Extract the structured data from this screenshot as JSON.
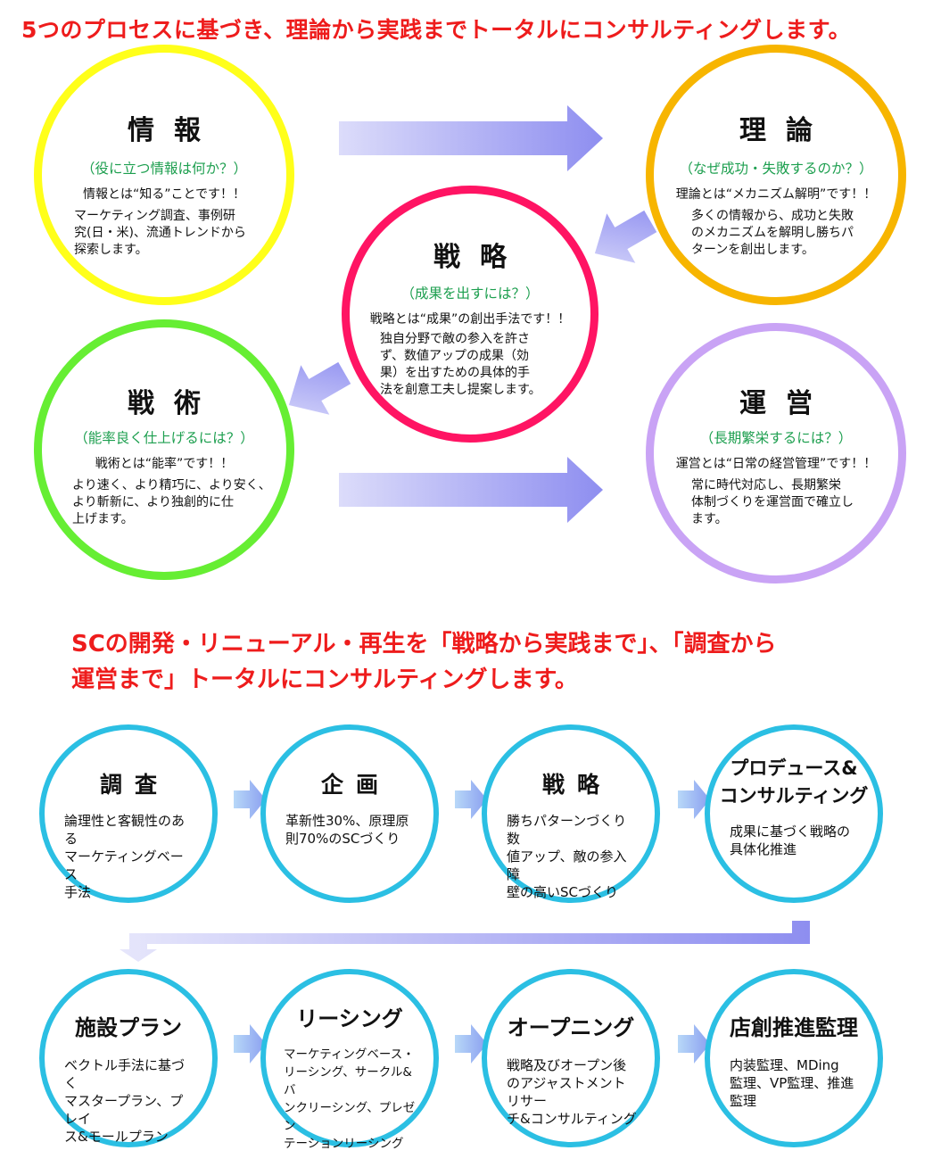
{
  "headline_top": "5つのプロセスに基づき、理論から実践までトータルにコンサルティングします。",
  "headline_mid": {
    "line1": "SCの開発・リニューアル・再生を「戦略から実践まで」、「調査から",
    "line2": "運営まで」トータルにコンサルティングします。"
  },
  "cycle": {
    "info": {
      "title": "情報",
      "question": "（役に立つ情報は何か？）",
      "tagline": "情報とは“知る”ことです！！",
      "body": [
        "マーケティング調査、事例研",
        "究(日・米)、流通トレンドから",
        "探索します。"
      ],
      "ring_color": "#ffff1a"
    },
    "theory": {
      "title": "理論",
      "question": "（なぜ成功・失敗するのか？）",
      "tagline": "理論とは“メカニズム解明”です！！",
      "body": [
        "多くの情報から、成功と失敗",
        "のメカニズムを解明し勝ちパ",
        "ターンを創出します。"
      ],
      "ring_color": "#f7b500"
    },
    "strategy": {
      "title": "戦略",
      "question": "（成果を出すには？）",
      "tagline": "戦略とは“成果”の創出手法です！！",
      "body": [
        "独自分野で敵の参入を許さ",
        "ず、数値アップの成果（効",
        "果）を出すための具体的手",
        "法を創意工夫し提案します。"
      ],
      "ring_color": "#ff1463"
    },
    "tactics": {
      "title": "戦術",
      "question": "（能率良く仕上げるには？）",
      "tagline": "戦術とは“能率”です！！",
      "body": [
        "より速く、より精巧に、より安く、",
        "より斬新に、より独創的に仕",
        "上げます。"
      ],
      "ring_color": "#66ee33"
    },
    "operation": {
      "title": "運営",
      "question": "（長期繁栄するには？）",
      "tagline": "運営とは“日常の経営管理”です！！",
      "body": [
        "常に時代対応し、長期繁栄",
        "体制づくりを運営面で確立し",
        "ます。"
      ],
      "ring_color": "#c9a3f5"
    }
  },
  "process": [
    {
      "title": "調査",
      "body": [
        "論理性と客観性のある",
        "マーケティングベース",
        "手法"
      ]
    },
    {
      "title": "企画",
      "body": [
        "革新性30%、原理原",
        "則70%のSCづくり"
      ]
    },
    {
      "title": "戦略",
      "body": [
        "勝ちパターンづくり数",
        "値アップ、敵の参入障",
        "壁の高いSCづくり"
      ]
    },
    {
      "title_lines": [
        "プロデュース&",
        "コンサルティング"
      ],
      "body": [
        "成果に基づく戦略の",
        "具体化推進"
      ]
    },
    {
      "title": "施設プラン",
      "body": [
        "ベクトル手法に基づく",
        "マスタープラン、プレイ",
        "ス&モールプラン"
      ]
    },
    {
      "title": "リーシング",
      "body": [
        "マーケティングベース・",
        "リーシング、サークル&バ",
        "ンクリーシング、プレゼン",
        "テーションリーシング"
      ]
    },
    {
      "title": "オープニング",
      "body": [
        "戦略及びオープン後",
        "のアジャストメントリサー",
        "チ&コンサルティング"
      ]
    },
    {
      "title": "店創推進監理",
      "body": [
        "内装監理、MDing",
        "監理、VP監理、推進",
        "監理"
      ]
    }
  ],
  "colors": {
    "headline": "#ee1c1c",
    "question_text": "#1d9f4f",
    "arrow": "#8f8ff0",
    "process_ring": "#2bbfe3"
  }
}
